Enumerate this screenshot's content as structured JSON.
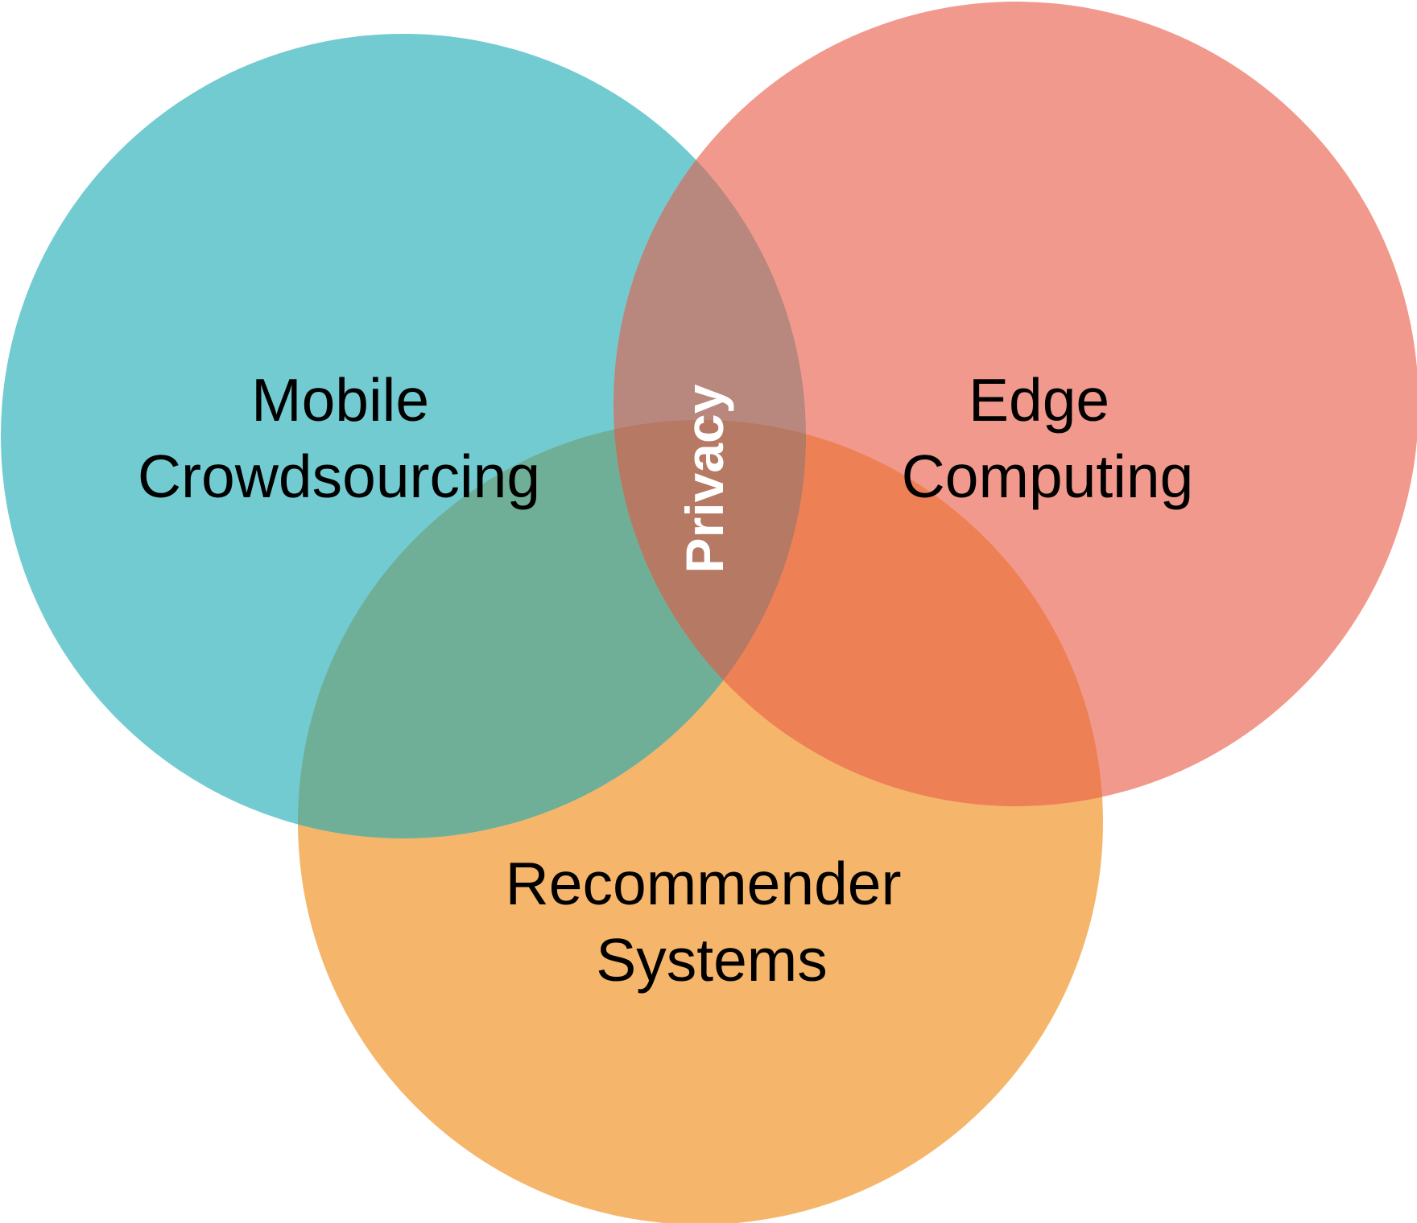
{
  "diagram": {
    "type": "venn",
    "sets": [
      {
        "id": "mobile",
        "label_lines": [
          "Mobile",
          "Crowdsourcing"
        ],
        "color": "#73CBD2"
      },
      {
        "id": "edge",
        "label_lines": [
          "Edge",
          "Computing"
        ],
        "color": "#F1998C"
      },
      {
        "id": "recommender",
        "label_lines": [
          "Recommender",
          "Systems"
        ],
        "color": "#F5B56B"
      }
    ],
    "center_label": "Privacy",
    "overlap_colors": {
      "mobile_edge": "#B8877D",
      "mobile_recommender": "#70AF97",
      "edge_recommender": "#EE8055",
      "all_three": "#B67963"
    }
  }
}
